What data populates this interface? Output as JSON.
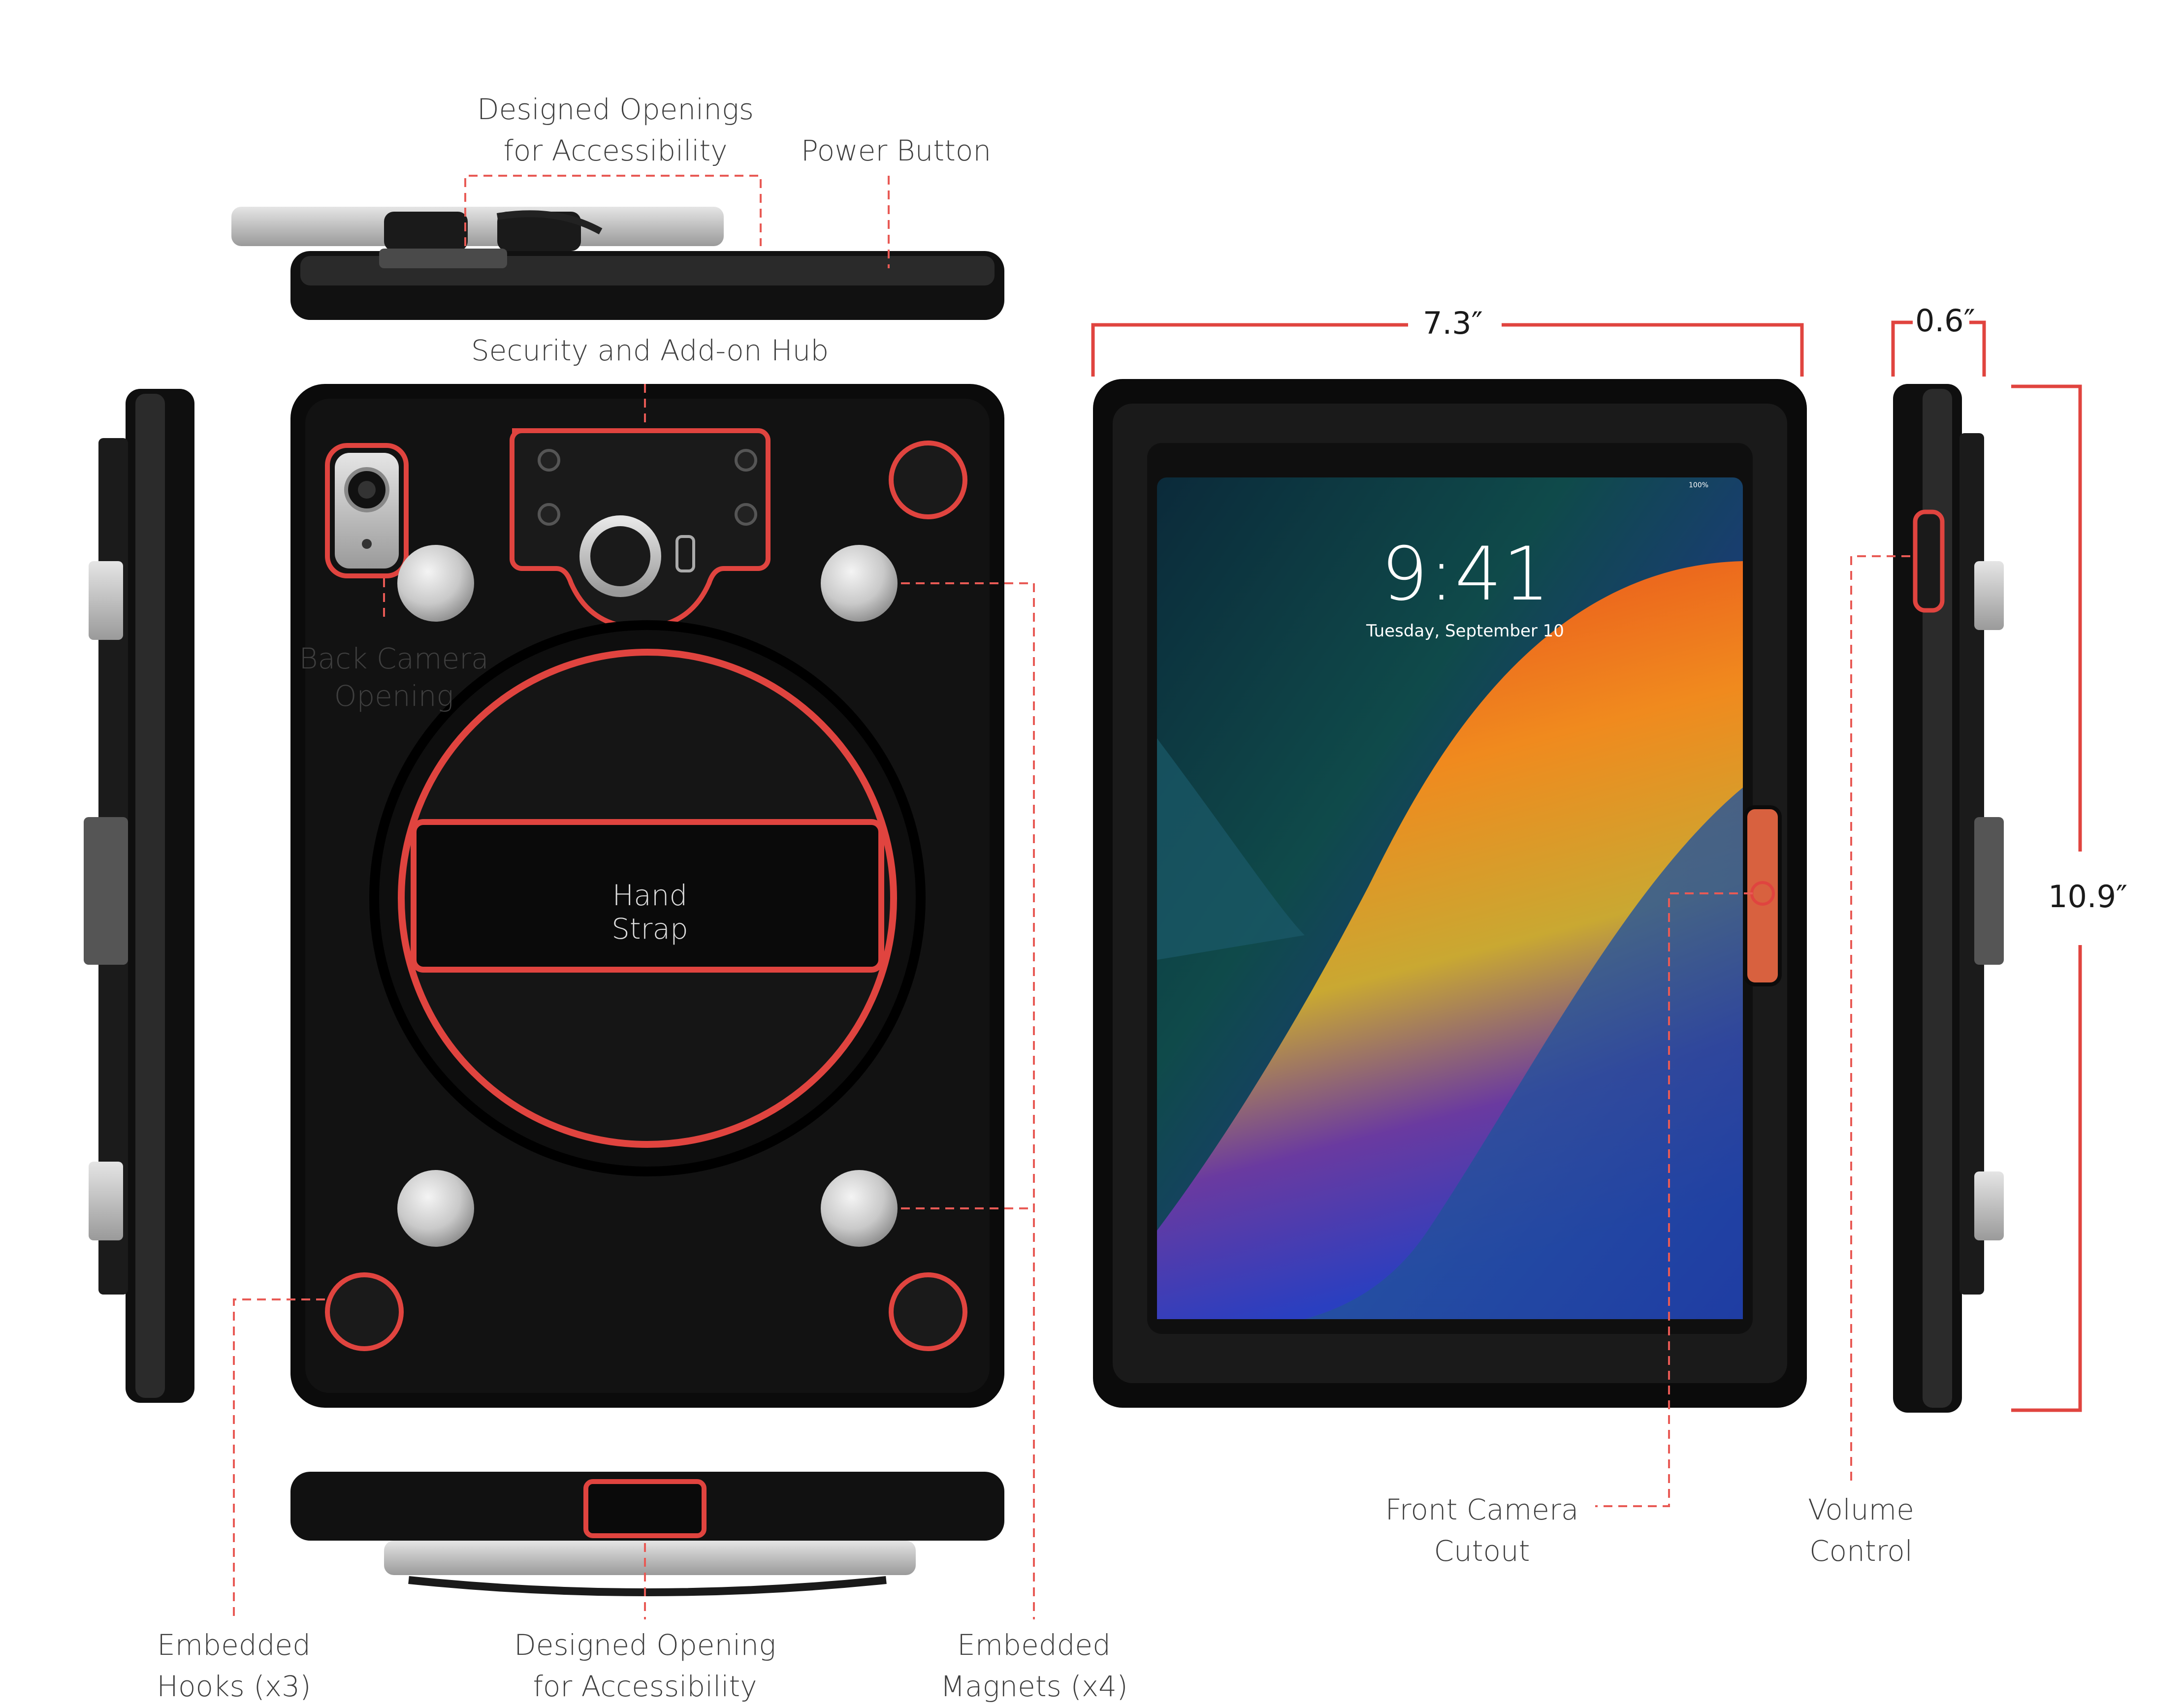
{
  "labels": {
    "openings_top": [
      "Designed Openings",
      "for Accessibility"
    ],
    "power_button": "Power Button",
    "security_hub": "Security and Add-on Hub",
    "back_camera": [
      "Back Camera",
      "Opening"
    ],
    "hand_strap": "Hand Strap",
    "embedded_hooks": [
      "Embedded",
      "Hooks (x3)"
    ],
    "opening_bottom": [
      "Designed Opening",
      "for Accessibility"
    ],
    "embedded_magnets": [
      "Embedded",
      "Magnets (x4)"
    ],
    "front_camera": [
      "Front Camera",
      "Cutout"
    ],
    "volume_control": [
      "Volume",
      "Control"
    ]
  },
  "dimensions": {
    "width": "7.3″",
    "depth": "0.6″",
    "height": "10.9″"
  },
  "lock_screen": {
    "time": "9:41",
    "date": "Tuesday, September 10",
    "battery": "100%"
  },
  "colors": {
    "case": "#0d0d0d",
    "highlight": "#e0443f",
    "leader": "#e85a55"
  }
}
